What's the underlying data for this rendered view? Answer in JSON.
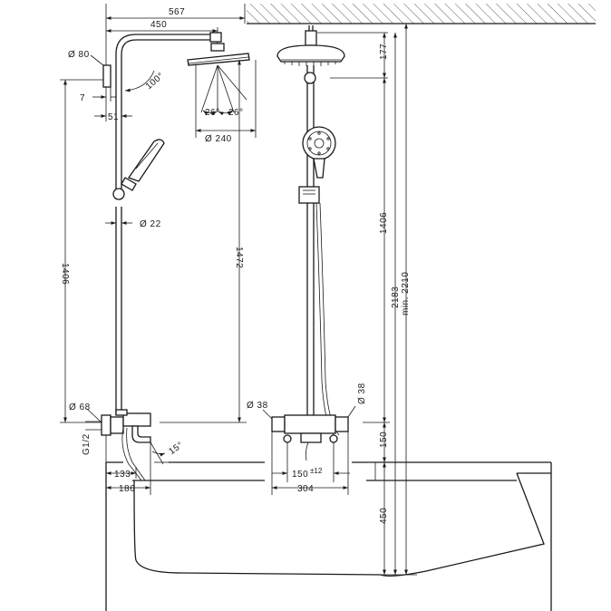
{
  "dimensions": {
    "overall_width": "567",
    "arm_length": "450",
    "wall_bracket_dia": "Ø 80",
    "offset_7": "7",
    "offset_51": "51",
    "arm_angle": "100°",
    "spray_angle_left": "26°",
    "spray_angle_right": "26°",
    "head_dia": "Ø 240",
    "pipe_dia": "Ø 22",
    "riser_height_left": "1406",
    "head_to_mixer": "1472",
    "mixer_body_dia": "Ø 68",
    "inlet_thread": "G1/2",
    "spout_angle": "15°",
    "depth_133": "133",
    "depth_186": "186",
    "head_drop": "177",
    "riser_height_right": "1406",
    "total_height": "2183",
    "min_height": "min. 2210",
    "mixer_end_dia_left": "Ø 38",
    "mixer_end_dia_right": "Ø 38",
    "mixer_height": "150",
    "inlet_spacing": "150",
    "inlet_tolerance": "±12",
    "mixer_width": "304",
    "tub_height": "450"
  },
  "colors": {
    "line": "#1a1a1a",
    "ceiling_hatch": "#1a1a1a",
    "background": "#ffffff"
  }
}
